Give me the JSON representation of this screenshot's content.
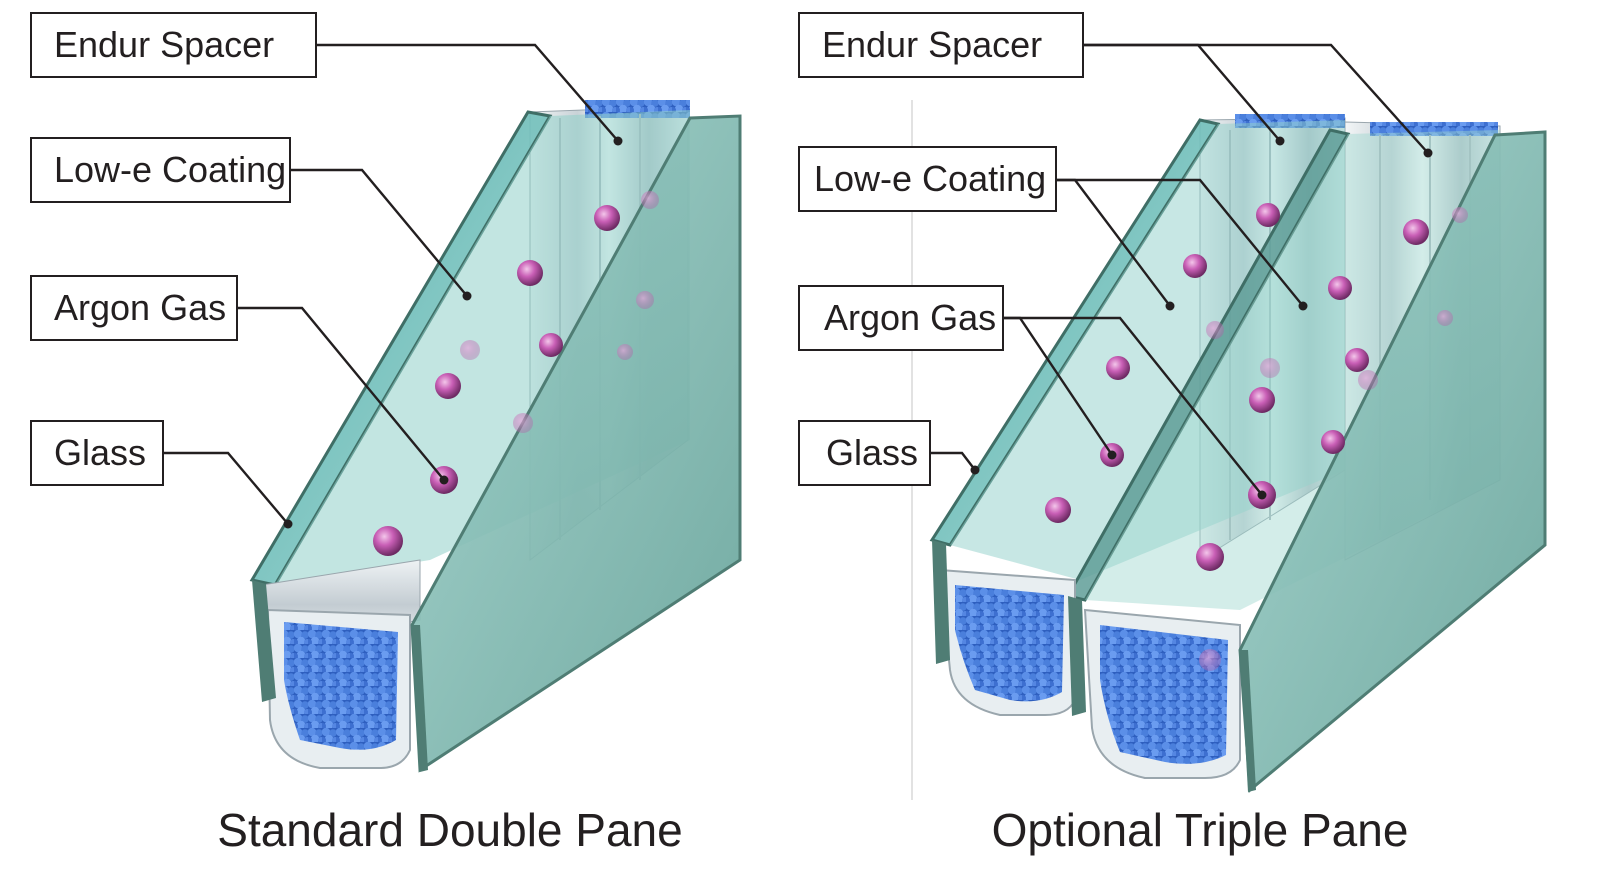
{
  "diagrams": [
    {
      "caption": "Standard Double Pane",
      "labels": {
        "spacer": "Endur Spacer",
        "coating": "Low-e Coating",
        "gas": "Argon Gas",
        "glass": "Glass"
      }
    },
    {
      "caption": "Optional Triple Pane",
      "labels": {
        "spacer": "Endur Spacer",
        "coating": "Low-e Coating",
        "gas": "Argon Gas",
        "glass": "Glass"
      }
    }
  ],
  "colors": {
    "glass_tint": "#7fc4bd",
    "glass_edge": "#4f7d74",
    "spacer_fill": "#3f78d8",
    "argon_bubble": "#c85ab4",
    "frame_metal": "#d4dbe0",
    "line": "#231f20"
  }
}
